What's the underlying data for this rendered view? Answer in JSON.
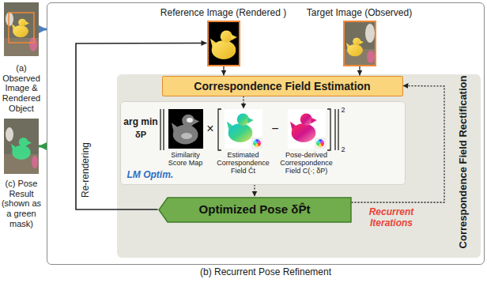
{
  "diagram": {
    "nodes": [
      {
        "text": [
          "(a) Observed Image & Rendered Object"
        ]
      },
      {
        "text": [
          "(b) Recurrent Pose Refinement"
        ]
      },
      {
        "text": [
          "Reference Image (Rendered )"
        ],
        "in": 1
      },
      {
        "text": [
          "Target Image (Observed)"
        ],
        "in": 1
      },
      {
        "text": [
          "Correspondence Field Estimation"
        ],
        "in": 1
      },
      {
        "text": [
          "LM Optim."
        ],
        "in": 1
      },
      {
        "text": [
          "Similarity Score Map"
        ],
        "in": 5
      },
      {
        "text": [
          "Estimated Correspondence Field Ĉt"
        ],
        "in": 5
      },
      {
        "text": [
          "Pose-derived Correspondence Field C(·; δP)"
        ],
        "in": 5
      },
      {
        "text": [
          "Optimized Pose δP̂t"
        ],
        "in": 1
      },
      {
        "text": [
          "(c) Pose Result (shown as a green mask)"
        ]
      }
    ],
    "edges": [
      {
        "from": 0,
        "to": 1,
        "arrow": "to"
      },
      {
        "from": 1,
        "to": 10,
        "arrow": "to"
      },
      {
        "from": 2,
        "to": 4,
        "arrow": "to"
      },
      {
        "from": 3,
        "to": 4,
        "arrow": "to"
      },
      {
        "from": 4,
        "to": 7,
        "arrow": "to"
      },
      {
        "from": 5,
        "to": 9,
        "arrow": "to"
      },
      {
        "from": 9,
        "to": 4,
        "arrow": "to"
      },
      {
        "from": 9,
        "to": 2,
        "arrow": "to"
      }
    ],
    "labels": [
      "arg min",
      "δP",
      "×",
      "−",
      "2",
      "2",
      "Re-rendering",
      "Recurrent Iterations",
      "Correspondence Field Rectification"
    ]
  }
}
